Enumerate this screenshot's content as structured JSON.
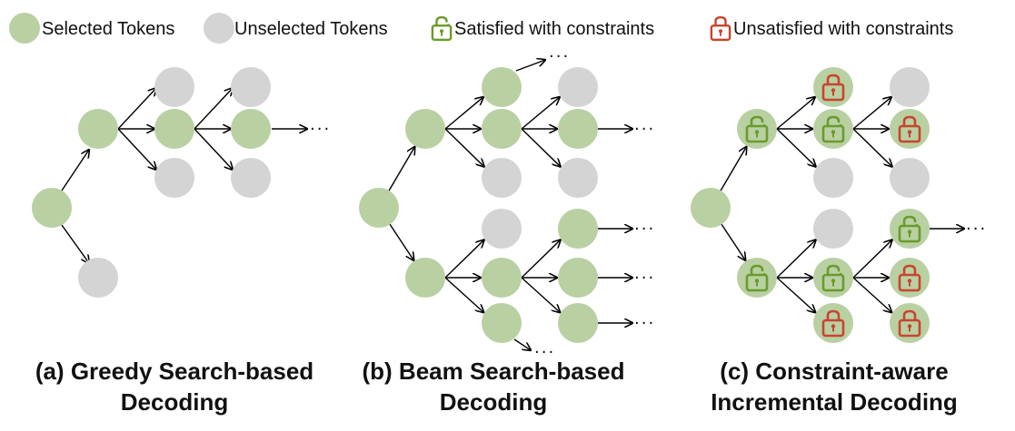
{
  "colors": {
    "selected": "#b9d0a3",
    "unselected": "#d4d4d4",
    "satisfied": "#6a9b2c",
    "unsatisfied": "#c8452e"
  },
  "legend": {
    "selected": "Selected Tokens",
    "unselected": "Unselected Tokens",
    "satisfied": "Satisfied with constraints",
    "unsatisfied": "Unsatisfied with constraints"
  },
  "ellipsis": "···",
  "panels": [
    {
      "id": "a",
      "caption": [
        "(a) Greedy Search-based",
        "Decoding"
      ]
    },
    {
      "id": "b",
      "caption": [
        "(b) Beam Search-based",
        "Decoding"
      ]
    },
    {
      "id": "c",
      "caption": [
        "(c) Constraint-aware",
        "Incremental Decoding"
      ]
    }
  ],
  "node_states": {
    "a": {
      "root": "selected",
      "n1": "selected",
      "n2": "unselected",
      "a1": "unselected",
      "a2": "selected",
      "a3": "unselected",
      "b1": "unselected",
      "b2": "selected",
      "b3": "unselected"
    },
    "b": {
      "root": "selected",
      "u": "selected",
      "l": "selected",
      "u1": "selected",
      "u2": "selected",
      "u3": "unselected",
      "u21": "unselected",
      "u22": "selected",
      "u23": "unselected",
      "l1": "unselected",
      "l2": "selected",
      "l3": "selected",
      "l21": "selected",
      "l22": "selected",
      "l23": "selected"
    },
    "c": {
      "root": "selected",
      "u": "satisfied",
      "l": "satisfied",
      "u1": "unsatisfied",
      "u2": "satisfied",
      "u3": "unselected",
      "u21": "unselected",
      "u22": "unsatisfied",
      "u23": "unselected",
      "l1": "unselected",
      "l2": "satisfied",
      "l3": "unsatisfied",
      "l21": "satisfied",
      "l22": "unsatisfied",
      "l23": "unsatisfied"
    }
  }
}
